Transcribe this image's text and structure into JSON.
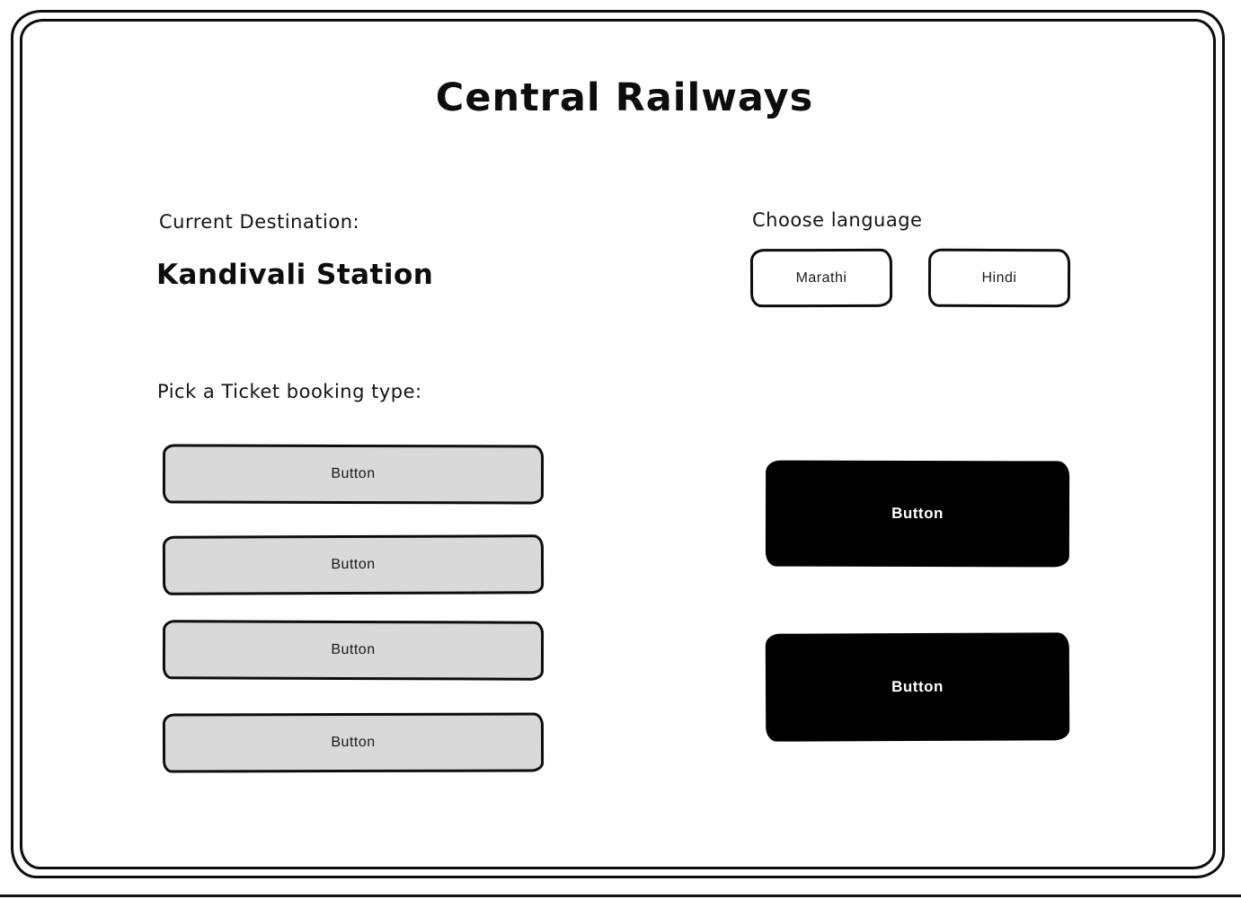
{
  "header": {
    "title": "Central Railways"
  },
  "destination": {
    "label": "Current Destination:",
    "value": "Kandivali Station"
  },
  "language": {
    "label": "Choose language",
    "options": [
      {
        "label": "Marathi"
      },
      {
        "label": "Hindi"
      }
    ]
  },
  "booking": {
    "label": "Pick a Ticket booking type:",
    "buttons": [
      {
        "label": "Button"
      },
      {
        "label": "Button"
      },
      {
        "label": "Button"
      },
      {
        "label": "Button"
      }
    ]
  },
  "actions": {
    "buttons": [
      {
        "label": "Button"
      },
      {
        "label": "Button"
      }
    ]
  },
  "colors": {
    "ink": "#0d0d0d",
    "button_gray": "#d9d9d9",
    "button_black": "#000000",
    "button_white": "#ffffff"
  }
}
